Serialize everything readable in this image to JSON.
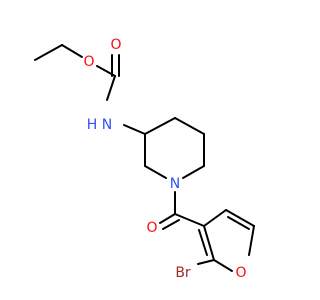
{
  "molecule": {
    "atoms": {
      "o_ether": {
        "label": "O",
        "color": "#ff0d0d"
      },
      "o_carbonyl_carbamate": {
        "label": "O",
        "color": "#ff0d0d"
      },
      "nh": {
        "label": "H",
        "color": "#3050f8"
      },
      "n_ring": {
        "label": "N",
        "color": "#3050f8"
      },
      "o_carbonyl_amide": {
        "label": "O",
        "color": "#ff0d0d"
      },
      "br": {
        "label": "Br",
        "color": "#a62929"
      },
      "o_furan": {
        "label": "O",
        "color": "#ff0d0d"
      }
    },
    "nh_n_label": "N"
  }
}
